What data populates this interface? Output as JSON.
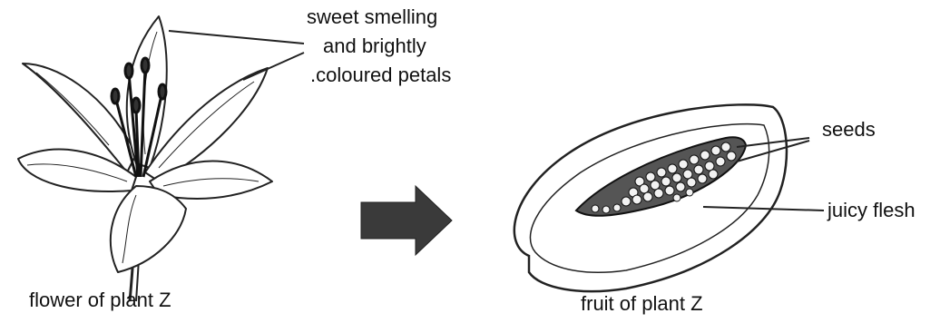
{
  "labels": {
    "petals_line1": "sweet smelling",
    "petals_line2": "and brightly",
    "petals_line3": ".coloured petals",
    "seeds": "seeds",
    "juicy_flesh": "juicy flesh"
  },
  "captions": {
    "flower": "flower of plant Z",
    "fruit": "fruit of plant Z"
  }
}
